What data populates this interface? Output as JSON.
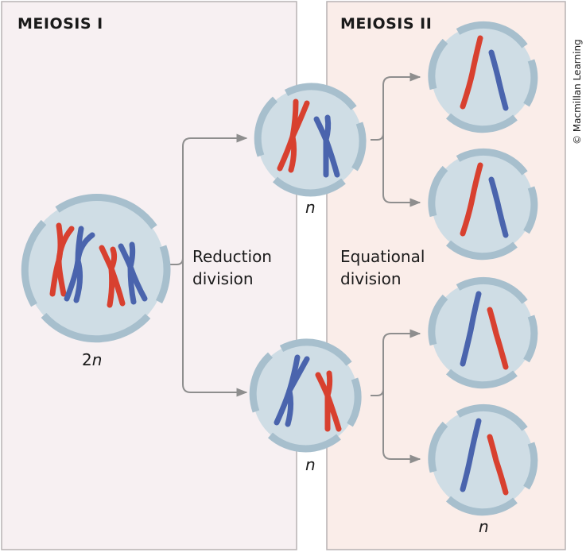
{
  "panels": {
    "meiosis1_title": "MEIOSIS I",
    "meiosis2_title": "MEIOSIS II"
  },
  "labels": {
    "parent_ploidy_num": "2",
    "parent_ploidy_var": "n",
    "daughter_top_ploidy": "n",
    "daughter_bottom_ploidy": "n",
    "final_ploidy": "n",
    "reduction_line1": "Reduction",
    "reduction_line2": "division",
    "equational_line1": "Equational",
    "equational_line2": "division"
  },
  "copyright": "© Macmillan Learning",
  "colors": {
    "meiosis1_bg": "#f7f0f2",
    "meiosis2_bg": "#faede9",
    "panel_border": "#b7b2b3",
    "chromosome_red": "#d8402f",
    "chromosome_blue": "#4a64ad",
    "cell_fill": "#cfdde5",
    "cell_membrane": "#a7bfcd",
    "arrow": "#8e8e8e"
  }
}
